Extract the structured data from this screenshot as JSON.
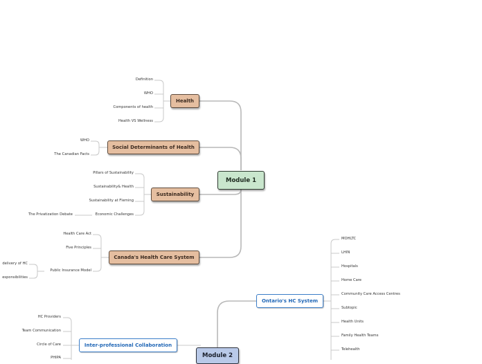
{
  "module1": {
    "title": "Module 1",
    "health": {
      "title": "Health",
      "items": [
        "Definition",
        "WHO",
        "Components of health",
        "Health VS Wellness"
      ]
    },
    "sdh": {
      "title": "Social Determinants of Health",
      "items": [
        "WHO",
        "The Canadian Facts"
      ]
    },
    "sustainability": {
      "title": "Sustainability",
      "items": [
        "Pillars of Sustainability",
        "Sustainability& Health",
        "Sustainability at Fleming",
        "Economic Challenges"
      ],
      "sub": "The Privatization Debate"
    },
    "hcs": {
      "title": "Canada's Health Care System",
      "items": [
        "Health Care Act",
        "Five Principles",
        "Public Insurance Model"
      ],
      "sub": [
        "delivery of HC",
        "esponsibilities"
      ]
    }
  },
  "module2": {
    "title": "Module 2",
    "ontario": {
      "title": "Ontario's HC System",
      "items": [
        "MOHLTC",
        "LHIN",
        "Hospitals",
        "Home Care",
        "Community Care Access Centres",
        "Subtopic",
        "Health Units",
        "Family Health Teams",
        "Telehealth"
      ]
    },
    "ipc": {
      "title": "Inter-professional Collaboration",
      "items": [
        "HC Providers",
        "Team Communication",
        "Circle of Care",
        "PHIPA"
      ]
    }
  },
  "colors": {
    "central_green": "#c9e6cd",
    "central_blue": "#b9c9e8",
    "main_tan": "#e5bea0",
    "outline_blue": "#3a7dc8"
  }
}
